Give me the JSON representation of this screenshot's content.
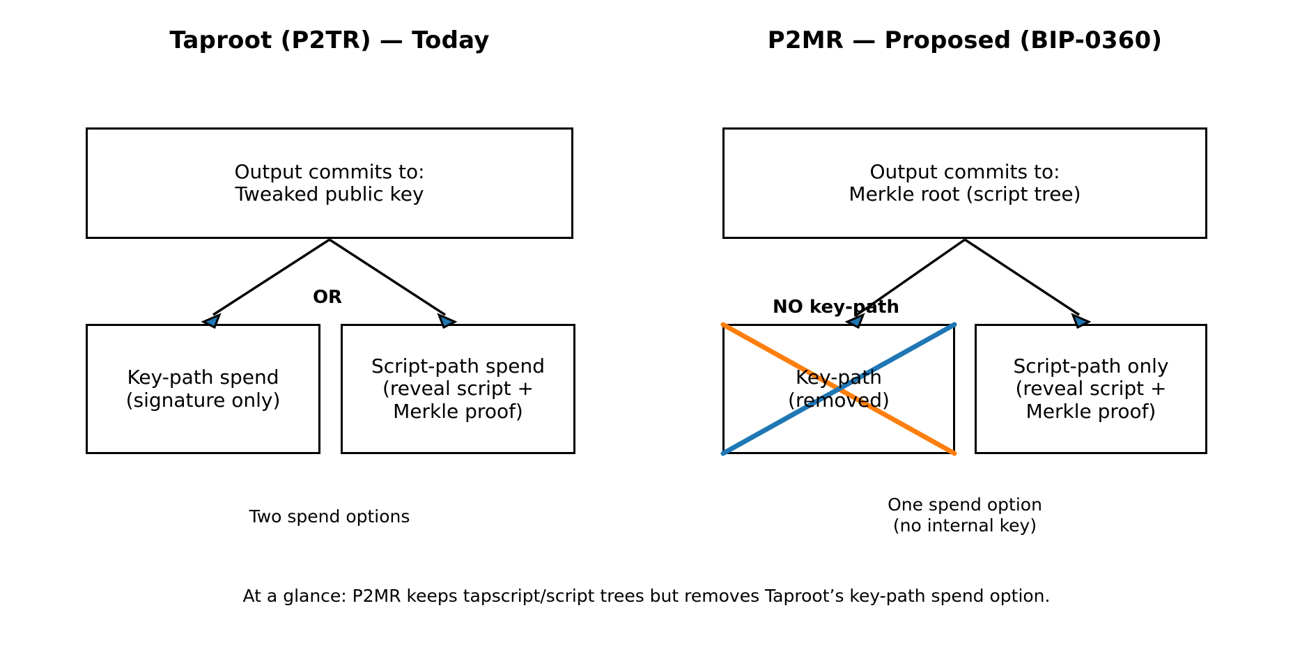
{
  "figure": {
    "background_color": "#ffffff",
    "footer_note": "At a glance: P2MR keeps tapscript/script trees but removes Taproot’s key-path spend option."
  },
  "panels": [
    {
      "id": "taproot",
      "title": "Taproot (P2TR) — Today",
      "root_box": {
        "label": "Output commits to:\nTweaked public key"
      },
      "edge_label": "OR",
      "leaf_boxes": [
        {
          "id": "key-path-spend",
          "label": "Key-path spend\n(signature only)",
          "crossed_out": false
        },
        {
          "id": "script-path-spend",
          "label": "Script-path spend\n(reveal script +\nMerkle proof)",
          "crossed_out": false
        }
      ],
      "caption": "Two spend options"
    },
    {
      "id": "p2mr",
      "title": "P2MR — Proposed (BIP-0360)",
      "root_box": {
        "label": "Output commits to:\nMerkle root (script tree)"
      },
      "edge_label": "NO key-path",
      "leaf_boxes": [
        {
          "id": "key-path-removed",
          "label": "Key-path\n(removed)",
          "crossed_out": true
        },
        {
          "id": "script-path-only",
          "label": "Script-path only\n(reveal script +\nMerkle proof)",
          "crossed_out": false
        }
      ],
      "caption": "One spend option\n(no internal key)"
    }
  ],
  "colors": {
    "line": "#000000",
    "arrowhead_fill": "#1f77b4",
    "cross_blue": "#1f77b4",
    "cross_orange": "#ff7f0e",
    "text": "#000000"
  }
}
